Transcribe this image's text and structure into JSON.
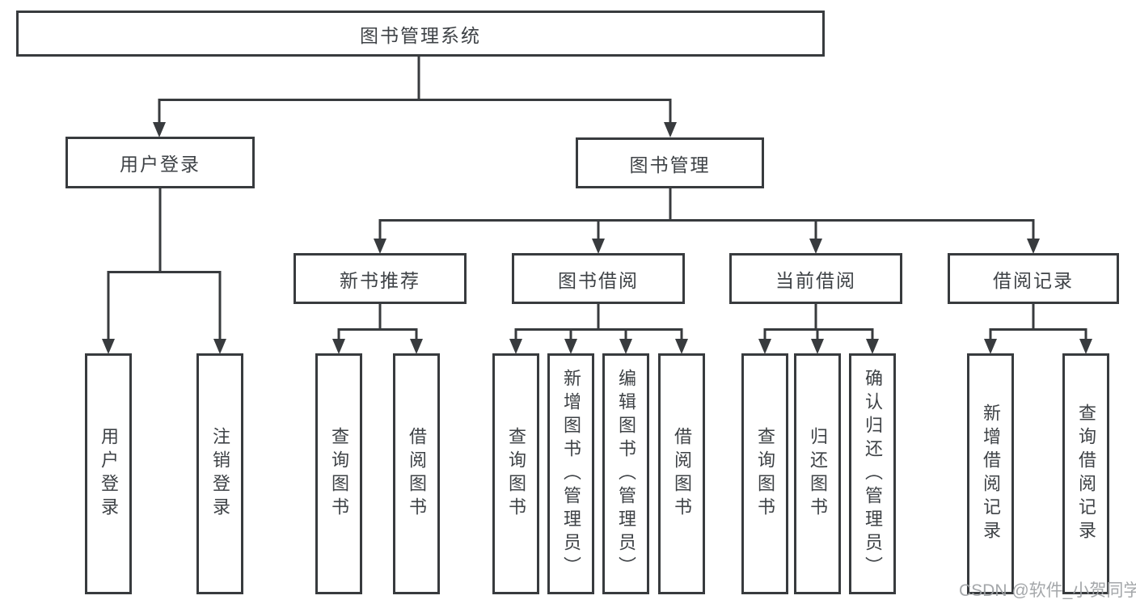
{
  "tree": {
    "label": "图书管理系统",
    "children": [
      {
        "label": "用户登录",
        "children": [
          {
            "label": "用户登录"
          },
          {
            "label": "注销登录"
          }
        ]
      },
      {
        "label": "图书管理",
        "children": [
          {
            "label": "新书推荐",
            "children": [
              {
                "label": "查询图书"
              },
              {
                "label": "借阅图书"
              }
            ]
          },
          {
            "label": "图书借阅",
            "children": [
              {
                "label": "查询图书"
              },
              {
                "label": "新增图书（管理员）"
              },
              {
                "label": "编辑图书（管理员）"
              },
              {
                "label": "借阅图书"
              }
            ]
          },
          {
            "label": "当前借阅",
            "children": [
              {
                "label": "查询图书"
              },
              {
                "label": "归还图书"
              },
              {
                "label": "确认归还（管理员）"
              }
            ]
          },
          {
            "label": "借阅记录",
            "children": [
              {
                "label": "新增借阅记录"
              },
              {
                "label": "查询借阅记录"
              }
            ]
          }
        ]
      }
    ]
  },
  "watermark": {
    "text": "CSDN @软件_小贺同学"
  },
  "colors": {
    "line": "#383b3e",
    "box_border": "#383b3e",
    "box_fill": "#ffffff",
    "text": "#3e4246",
    "watermark": "#9da0a3",
    "background": "#ffffff"
  }
}
